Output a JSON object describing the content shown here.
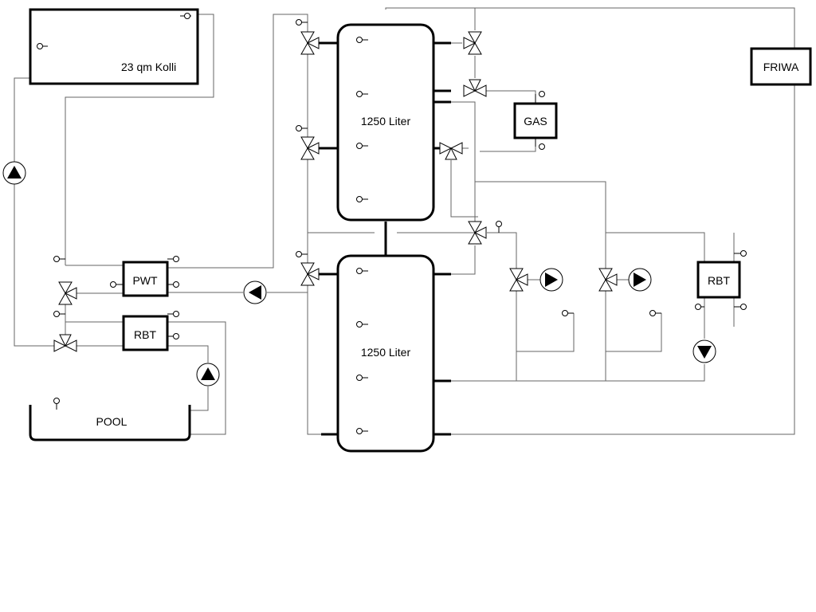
{
  "labels": {
    "collector": "23 qm Kolli",
    "pwt": "PWT",
    "rbt_pool": "RBT",
    "rbt_right": "RBT",
    "pool": "POOL",
    "tank_upper": "1250 Liter",
    "tank_lower": "1250 Liter",
    "gas": "GAS",
    "friwa": "FRIWA"
  },
  "colors": {
    "line": "#000000",
    "pipe": "#666666",
    "background": "#ffffff"
  },
  "icons": {
    "valve": "valve-icon",
    "three_way_valve": "three-way-valve-icon",
    "pump": "pump-icon",
    "sensor": "temperature-sensor-icon"
  }
}
